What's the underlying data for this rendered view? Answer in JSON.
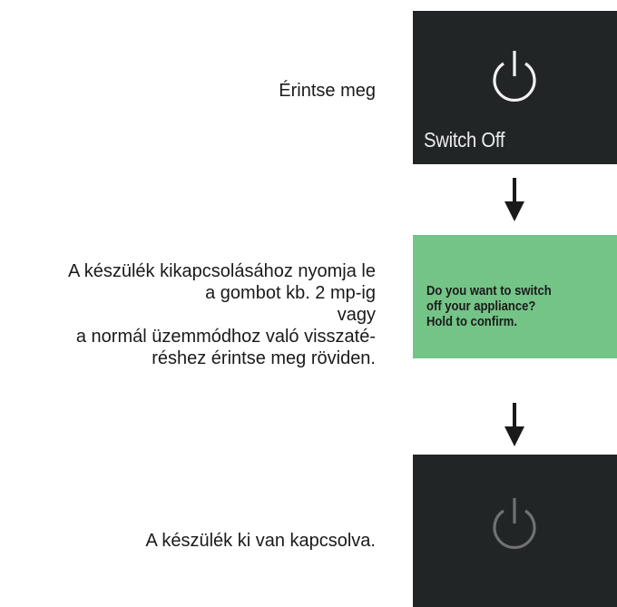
{
  "steps": [
    {
      "instruction_lines": [
        "Érintse meg"
      ],
      "display": {
        "label": "Switch Off",
        "icon": "power-icon",
        "background": "#222526",
        "icon_color": "#f2f2f2"
      }
    },
    {
      "instruction_lines": [
        "A készülék kikapcsolásához nyomja le",
        "a gombot kb. 2 mp-ig",
        "vagy",
        "a normál üzemmódhoz való visszaté-",
        "réshez érintse meg röviden."
      ],
      "display": {
        "message_lines": [
          "Do you want to switch",
          "off your appliance?",
          "Hold to confirm."
        ],
        "background": "#74c487"
      }
    },
    {
      "instruction_lines": [
        "A készülék ki van kapcsolva."
      ],
      "display": {
        "icon": "power-icon",
        "background": "#222526",
        "icon_color": "#707271"
      }
    }
  ],
  "arrows": [
    "arrow-down-icon",
    "arrow-down-icon"
  ]
}
